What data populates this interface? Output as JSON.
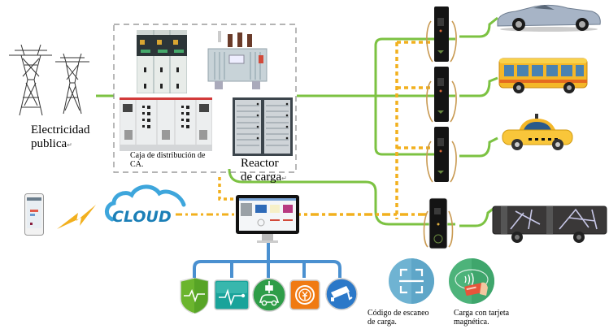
{
  "diagram": {
    "title": "EV charging system architecture",
    "colors": {
      "power_line": "#7cc242",
      "data_line": "#f2b01e",
      "monitor_bus": "#4a90d0",
      "cloud_blue": "#1b7fb7"
    },
    "grid": {
      "label_line1": "Electricidad",
      "label_line2": "publica",
      "icon": "transmission-tower-icon"
    },
    "substation": {
      "ac_box_label_line1": "Caja de distribución de",
      "ac_box_label_line2": "CA.",
      "reactor_label_line1": "Reactor",
      "reactor_label_line2": "de carga",
      "components": [
        "switchgear-cabinet",
        "transformer",
        "ac-distribution-box",
        "charging-reactor"
      ]
    },
    "cloud": {
      "text": "CLOUD",
      "icons": [
        "smartphone-icon",
        "lightning-icon",
        "cloud-icon"
      ]
    },
    "monitor": {
      "icon": "monitor-icon",
      "modules": [
        {
          "icon": "shield-heartbeat-icon",
          "color": "#5aa82c"
        },
        {
          "icon": "heartbeat-monitor-icon",
          "color": "#1aa39a"
        },
        {
          "icon": "plug-car-icon",
          "color": "#2f9d48"
        },
        {
          "icon": "yuan-coin-icon",
          "color": "#f07a12"
        },
        {
          "icon": "security-camera-icon",
          "color": "#2b78c8"
        }
      ]
    },
    "chargers": [
      {
        "vehicle": "sports-car-icon"
      },
      {
        "vehicle": "bus-icon"
      },
      {
        "vehicle": "taxi-icon"
      },
      {
        "vehicle": "electric-bus-icon"
      }
    ],
    "payment": [
      {
        "icon": "scan-code-icon",
        "label_line1": "Código de escaneo",
        "label_line2": "de carga.",
        "color": "#6fb3d2"
      },
      {
        "icon": "card-tap-icon",
        "label_line1": "Carga con tarjeta",
        "label_line2": "magnética.",
        "color": "#4db37a"
      }
    ],
    "pilcrow": "↵",
    "cursor_mark": "."
  }
}
